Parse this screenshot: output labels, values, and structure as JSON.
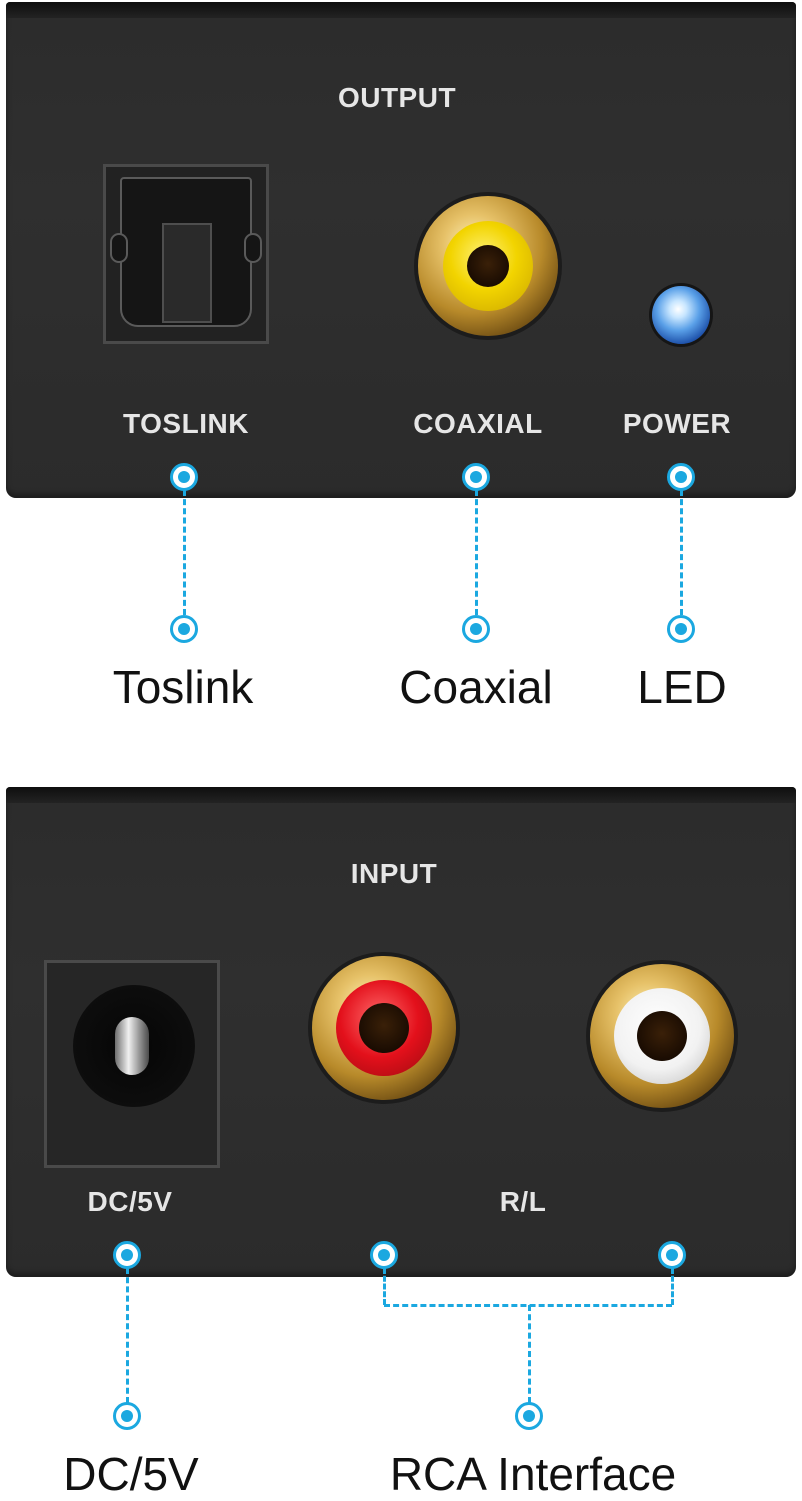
{
  "output_panel": {
    "heading": "OUTPUT",
    "ports": {
      "toslink": "TOSLINK",
      "coaxial": "COAXIAL",
      "power": "POWER"
    }
  },
  "output_callouts": {
    "toslink": "Toslink",
    "coaxial": "Coaxial",
    "led": "LED"
  },
  "input_panel": {
    "heading": "INPUT",
    "ports": {
      "dc": "DC/5V",
      "rl": "R/L"
    }
  },
  "input_callouts": {
    "dc": "DC/5V",
    "rca": "RCA Interface"
  },
  "colors": {
    "panel": "#2e2e2e",
    "callout_accent": "#1ba8e0",
    "coaxial_jack": "#f2d400",
    "rca_right_jack": "#e3101b",
    "rca_left_jack": "#f2f2f2",
    "led": "#3a7fd6"
  },
  "icons": [
    "optical-port-icon",
    "rca-jack-icon",
    "led-icon",
    "dc-jack-icon",
    "callout-dot-icon"
  ]
}
